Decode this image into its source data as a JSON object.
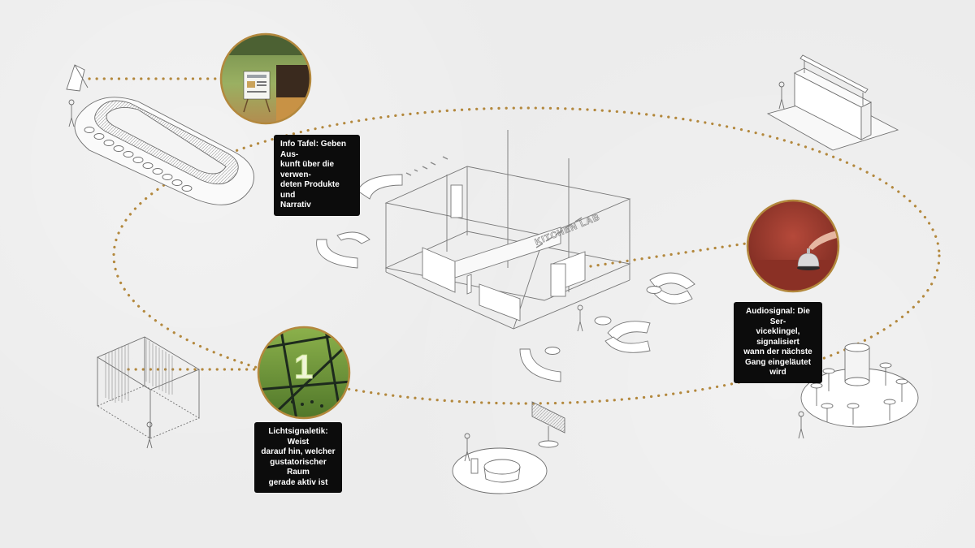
{
  "colors": {
    "background": "#ececec",
    "accent_dotted": "#b3883d",
    "callout_bg": "#0c0c0c",
    "callout_text": "#ffffff",
    "line_drawing": "#7a7a7a",
    "audio_photo": "#9c3a2e",
    "light_photo": "#6c8f3a"
  },
  "callouts": {
    "info_tafel": "Info Tafel: Geben Aus-\nkunft über die verwen-\ndeten Produkte und\nNarrativ",
    "audiosignal": "Audiosignal: Die Ser-\nviceklingel, signalisiert\nwann der nächste\nGang eingeläutet wird",
    "lichtsignaletik": "Lichtsignaletik: Weist\ndarauf hin, welcher\ngustatorischer Raum\ngerade aktiv ist"
  },
  "labels": {
    "pavilion_sign": "KITCHEN LAB",
    "light_number": "1"
  },
  "icons": [
    "info-board-photo",
    "service-bell-photo",
    "light-signage-photo"
  ]
}
